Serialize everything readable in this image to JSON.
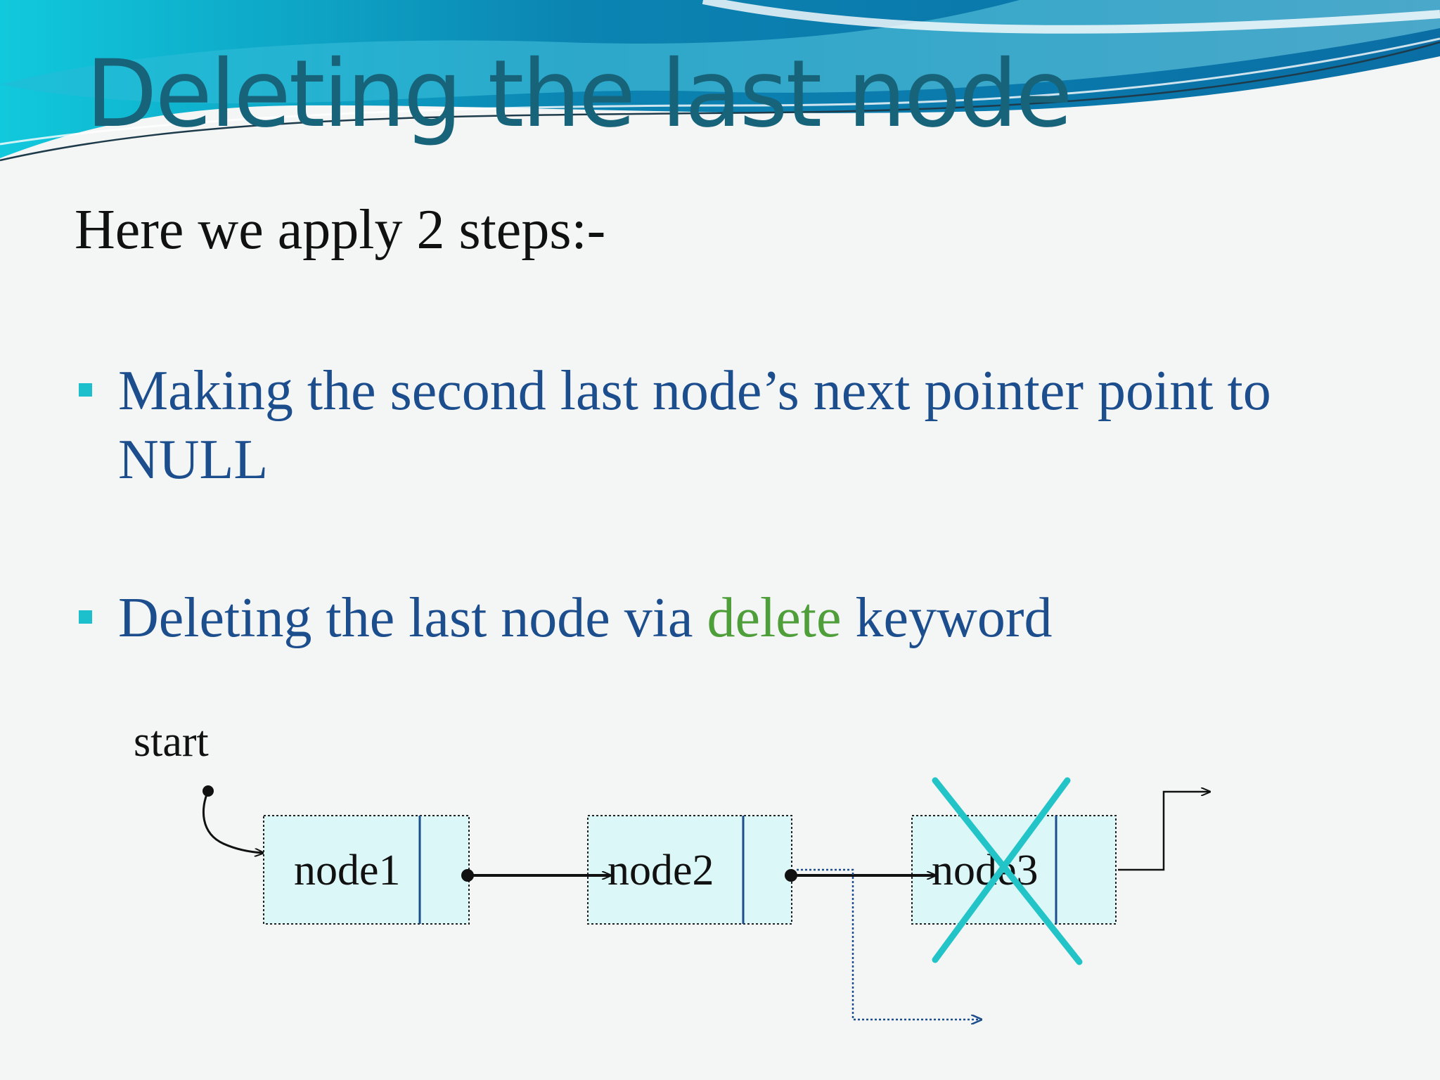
{
  "slide": {
    "title": "Deleting the last node",
    "intro": "Here we apply 2 steps:-",
    "bullets": [
      {
        "text": "Making the second last node’s next pointer point to NULL"
      },
      {
        "before": "Deleting the last node via ",
        "keyword": "delete",
        "after": " keyword"
      }
    ]
  },
  "diagram": {
    "start_label": "start",
    "nodes": [
      "node1",
      "node2",
      "node3"
    ],
    "deleted_node": "node3",
    "colors": {
      "node_fill": "#dbf7f7",
      "cross": "#22c4c8",
      "bullet_marker": "#1cc0cc",
      "bullet_text": "#1c4e8e",
      "keyword": "#4e9e3a",
      "title": "#17647a"
    }
  }
}
